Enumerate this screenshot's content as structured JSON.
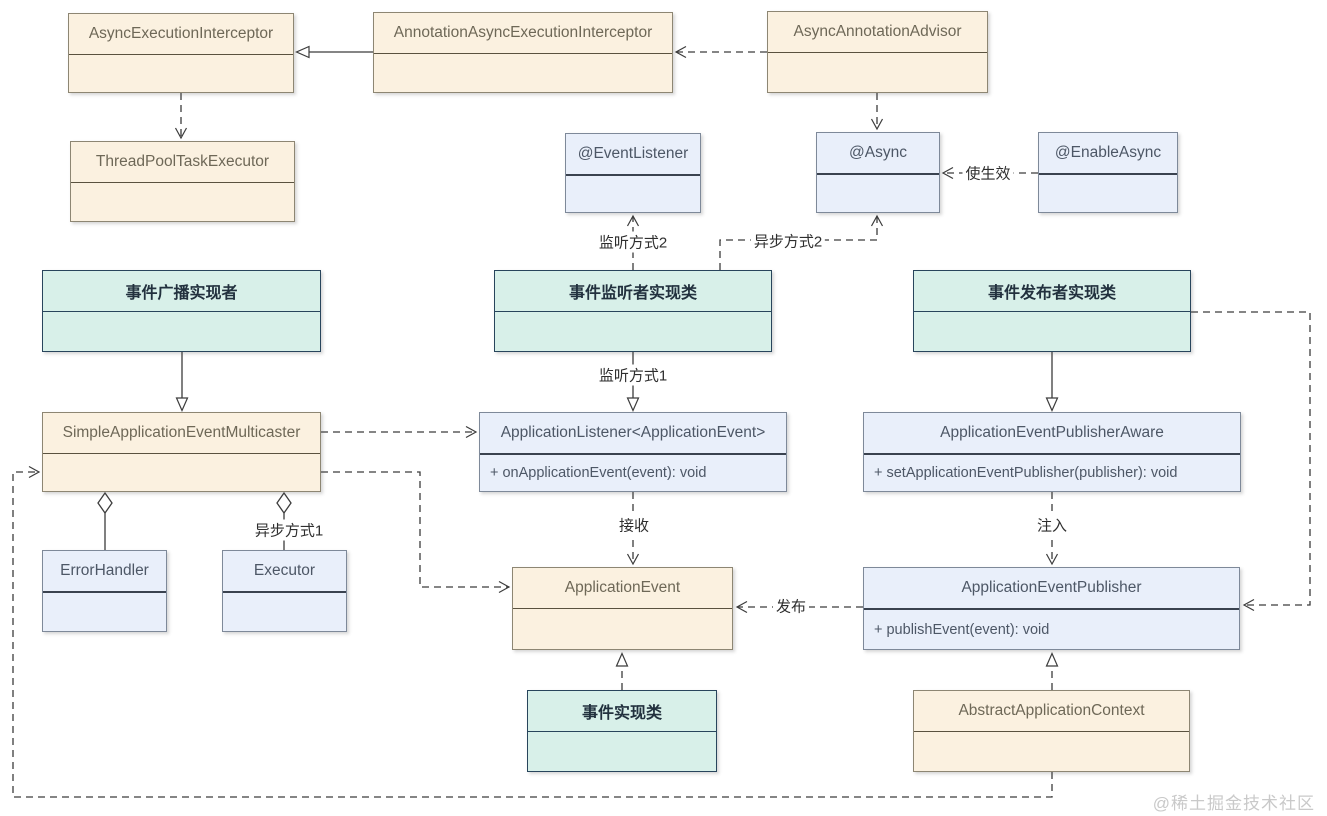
{
  "diagram_type": "uml-class-diagram",
  "topic": "Spring event publishing and @Async mechanism",
  "watermark": "@稀土掘金技术社区",
  "palette": {
    "background": "#ffffff",
    "cream_fill": "#fbf1e0",
    "cream_border": "#8d8673",
    "blue_fill": "#e9effa",
    "blue_border": "#7e8999",
    "green_fill": "#d8f0e9",
    "green_border": "#28455c",
    "line": "#3c3c3c",
    "watermark": "#c9c9c9"
  },
  "classes": [
    {
      "name": "AsyncExecutionInterceptor",
      "scheme": "cream",
      "members": []
    },
    {
      "name": "AnnotationAsyncExecutionInterceptor",
      "scheme": "cream",
      "members": []
    },
    {
      "name": "AsyncAnnotationAdvisor",
      "scheme": "cream",
      "members": []
    },
    {
      "name": "ThreadPoolTaskExecutor",
      "scheme": "cream",
      "members": []
    },
    {
      "name": "@EventListener",
      "scheme": "blue",
      "members": []
    },
    {
      "name": "@Async",
      "scheme": "blue",
      "members": []
    },
    {
      "name": "@EnableAsync",
      "scheme": "blue",
      "members": []
    },
    {
      "name": "事件广播实现者",
      "scheme": "green",
      "members": []
    },
    {
      "name": "事件监听者实现类",
      "scheme": "green",
      "members": []
    },
    {
      "name": "事件发布者实现类",
      "scheme": "green",
      "members": []
    },
    {
      "name": "SimpleApplicationEventMulticaster",
      "scheme": "cream",
      "members": []
    },
    {
      "name": "ApplicationListener<ApplicationEvent>",
      "scheme": "blue",
      "members": [
        "+ onApplicationEvent(event): void"
      ]
    },
    {
      "name": "ApplicationEventPublisherAware",
      "scheme": "blue",
      "members": [
        "+ setApplicationEventPublisher(publisher): void"
      ]
    },
    {
      "name": "ErrorHandler",
      "scheme": "blue",
      "members": []
    },
    {
      "name": "Executor",
      "scheme": "blue",
      "members": []
    },
    {
      "name": "ApplicationEvent",
      "scheme": "cream",
      "members": []
    },
    {
      "name": "ApplicationEventPublisher",
      "scheme": "blue",
      "members": [
        "+ publishEvent(event): void"
      ]
    },
    {
      "name": "事件实现类",
      "scheme": "green",
      "members": []
    },
    {
      "name": "AbstractApplicationContext",
      "scheme": "cream",
      "members": []
    }
  ],
  "labels": [
    {
      "text": "监听方式2"
    },
    {
      "text": "异步方式2"
    },
    {
      "text": "使生效"
    },
    {
      "text": "监听方式1"
    },
    {
      "text": "接收"
    },
    {
      "text": "注入"
    },
    {
      "text": "异步方式1"
    },
    {
      "text": "发布"
    }
  ],
  "relationships": [
    {
      "from": "AnnotationAsyncExecutionInterceptor",
      "to": "AsyncExecutionInterceptor",
      "type": "generalization",
      "label": ""
    },
    {
      "from": "AsyncAnnotationAdvisor",
      "to": "AnnotationAsyncExecutionInterceptor",
      "type": "dependency",
      "label": ""
    },
    {
      "from": "AsyncExecutionInterceptor",
      "to": "ThreadPoolTaskExecutor",
      "type": "dependency",
      "label": ""
    },
    {
      "from": "AsyncAnnotationAdvisor",
      "to": "@Async",
      "type": "dependency",
      "label": ""
    },
    {
      "from": "@EnableAsync",
      "to": "@Async",
      "type": "dependency",
      "label": "使生效"
    },
    {
      "from": "事件监听者实现类",
      "to": "@EventListener",
      "type": "dependency",
      "label": "监听方式2"
    },
    {
      "from": "事件监听者实现类",
      "to": "@Async",
      "type": "dependency",
      "label": "异步方式2"
    },
    {
      "from": "事件广播实现者",
      "to": "SimpleApplicationEventMulticaster",
      "type": "generalization",
      "label": ""
    },
    {
      "from": "事件监听者实现类",
      "to": "ApplicationListener<ApplicationEvent>",
      "type": "generalization",
      "label": "监听方式1"
    },
    {
      "from": "事件发布者实现类",
      "to": "ApplicationEventPublisherAware",
      "type": "generalization",
      "label": ""
    },
    {
      "from": "SimpleApplicationEventMulticaster",
      "to": "ApplicationListener<ApplicationEvent>",
      "type": "dependency",
      "label": ""
    },
    {
      "from": "ApplicationListener<ApplicationEvent>",
      "to": "ApplicationEvent",
      "type": "dependency",
      "label": "接收"
    },
    {
      "from": "ApplicationEventPublisherAware",
      "to": "ApplicationEventPublisher",
      "type": "dependency",
      "label": "注入"
    },
    {
      "from": "SimpleApplicationEventMulticaster",
      "to": "ErrorHandler",
      "type": "aggregation",
      "label": ""
    },
    {
      "from": "SimpleApplicationEventMulticaster",
      "to": "Executor",
      "type": "aggregation",
      "label": "异步方式1"
    },
    {
      "from": "SimpleApplicationEventMulticaster",
      "to": "ApplicationEvent",
      "type": "dependency",
      "label": ""
    },
    {
      "from": "ApplicationEventPublisher",
      "to": "ApplicationEvent",
      "type": "dependency",
      "label": "发布"
    },
    {
      "from": "事件实现类",
      "to": "ApplicationEvent",
      "type": "realization",
      "label": ""
    },
    {
      "from": "AbstractApplicationContext",
      "to": "ApplicationEventPublisher",
      "type": "realization",
      "label": ""
    },
    {
      "from": "事件发布者实现类",
      "to": "ApplicationEventPublisher",
      "type": "dependency",
      "label": ""
    },
    {
      "from": "AbstractApplicationContext",
      "to": "SimpleApplicationEventMulticaster",
      "type": "dependency",
      "label": ""
    }
  ]
}
